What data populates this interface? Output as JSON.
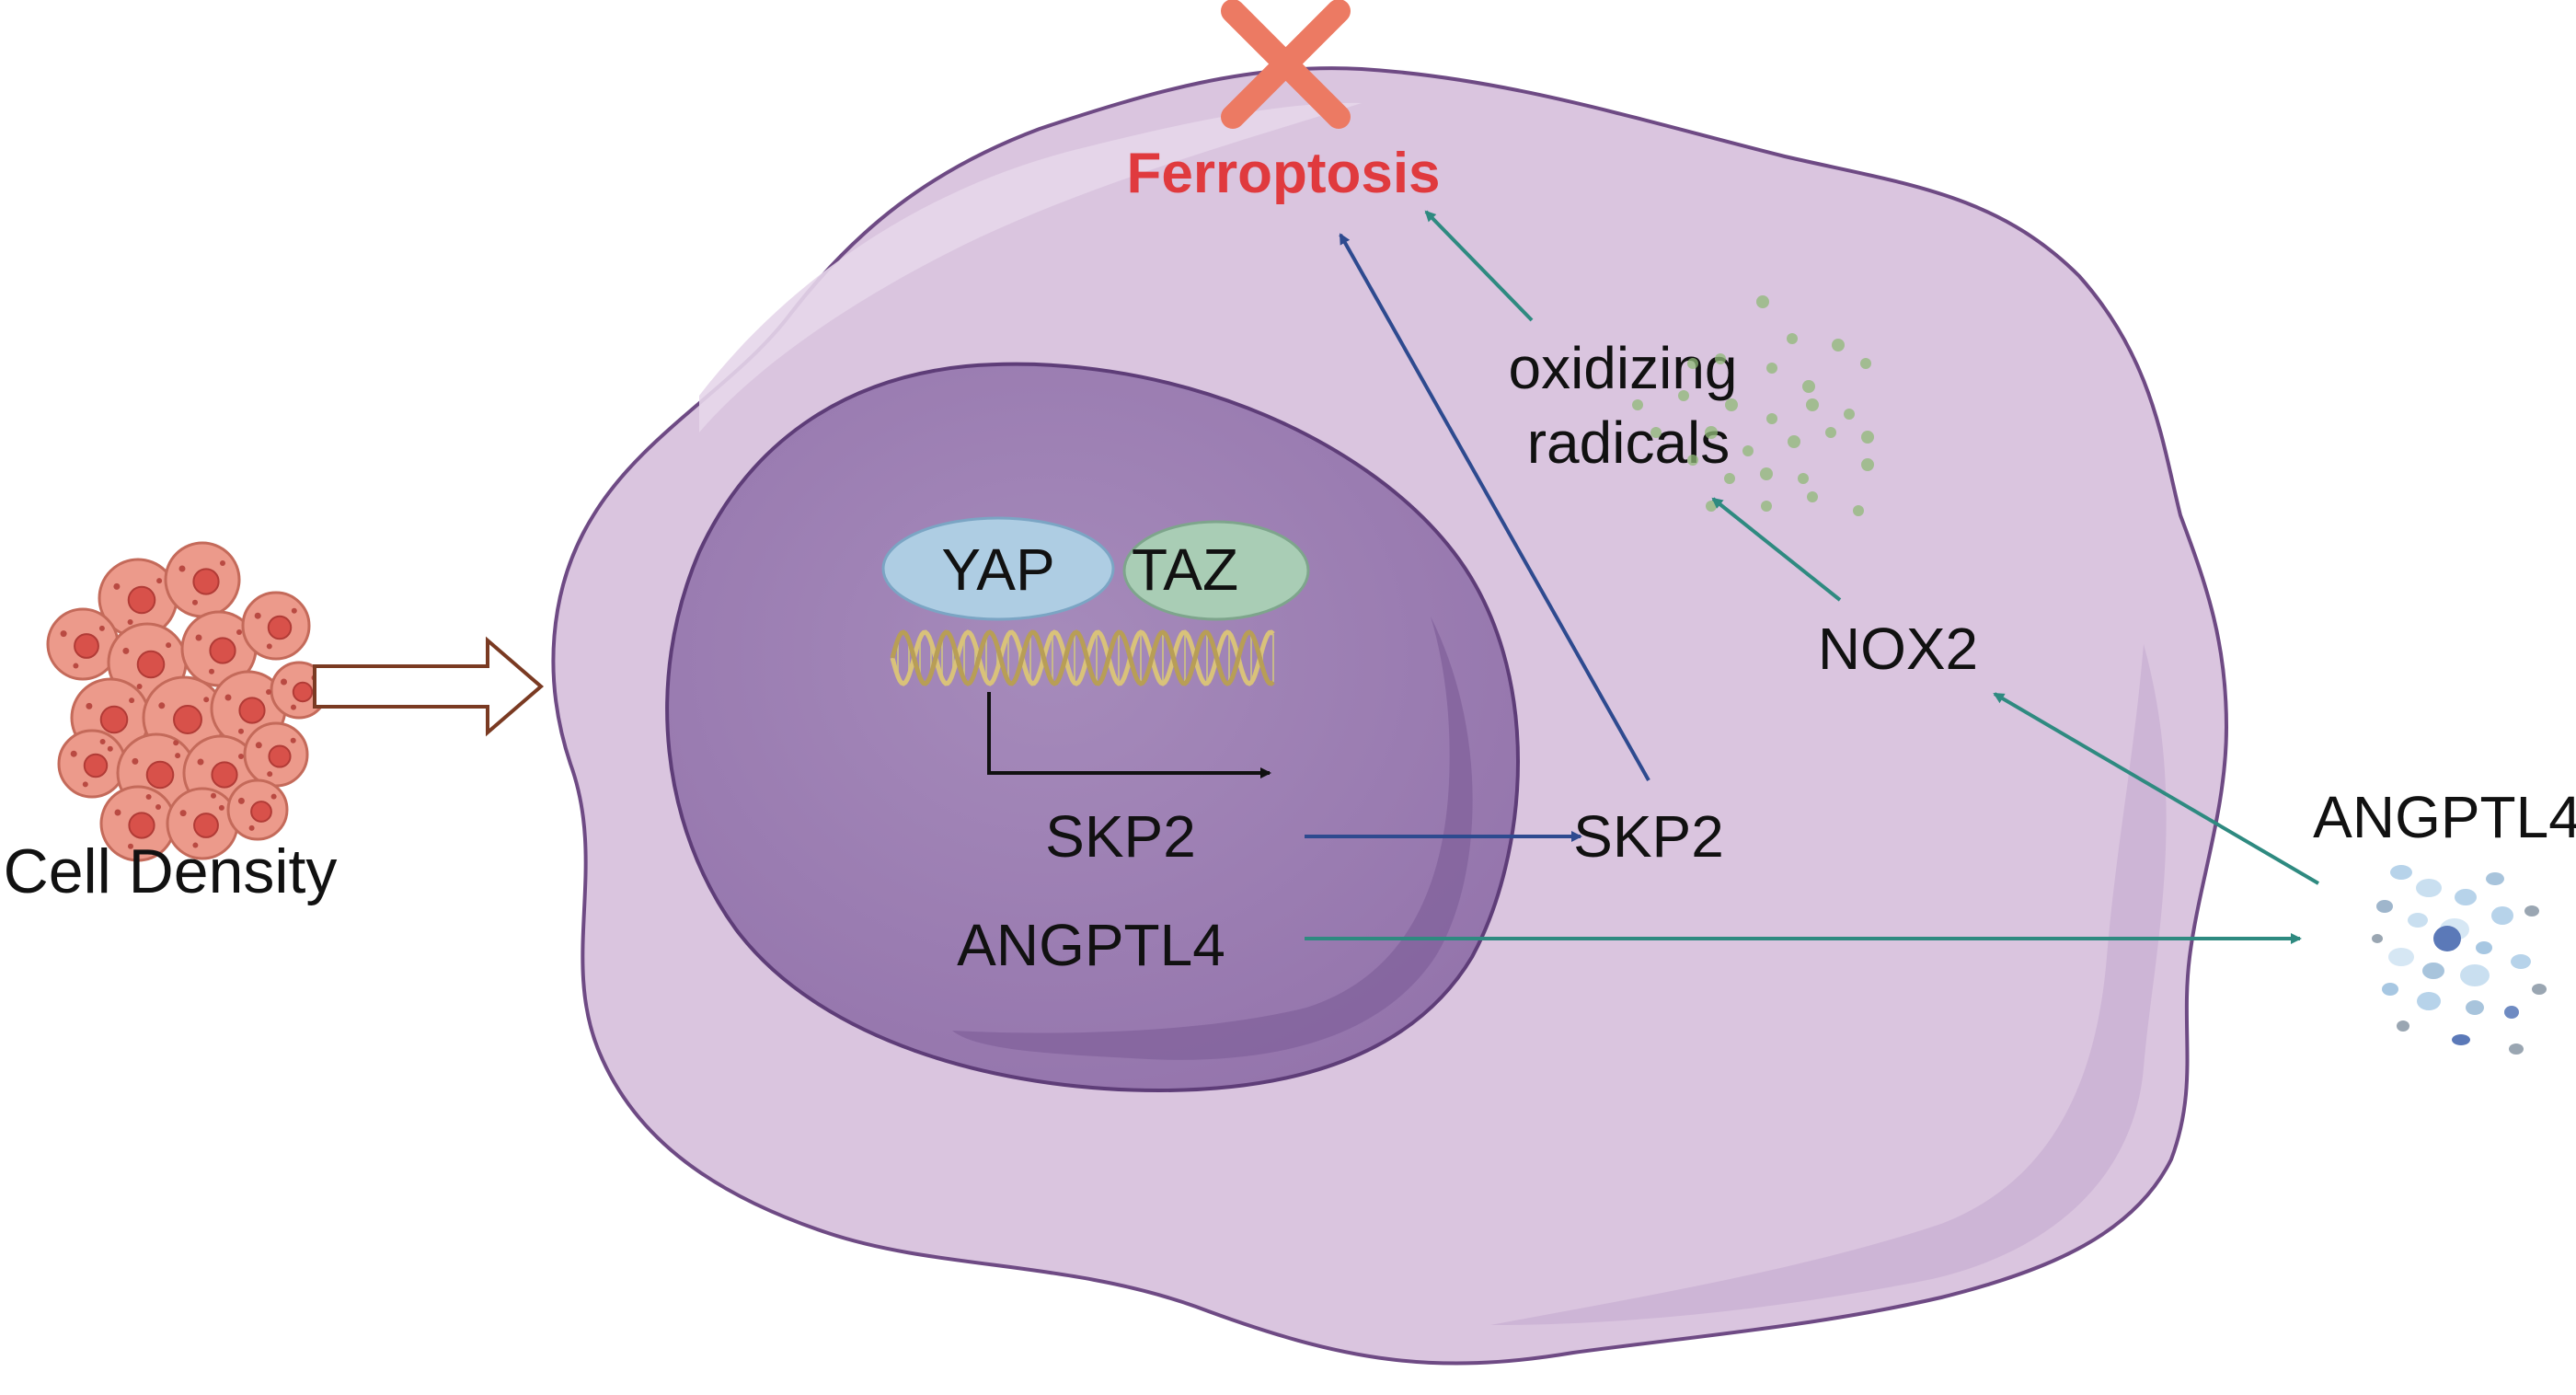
{
  "labels": {
    "cell_density": "Cell Density",
    "ferroptosis": "Ferroptosis",
    "yap": "YAP",
    "taz": "TAZ",
    "skp2_nucleus": "SKP2",
    "angptl4_nucleus": "ANGPTL4",
    "skp2_cytoplasm": "SKP2",
    "oxidizing_line1": "oxidizing",
    "oxidizing_line2": "radicals",
    "nox2": "NOX2",
    "angptl4_secreted": "ANGPTL4"
  },
  "colors": {
    "ferroptosis_text": "#e03a3e",
    "inhibition_cross": "#ec7a63",
    "cell_membrane": "#dac5df",
    "nucleus": "#9d80b2",
    "yap": "#aecde3",
    "taz": "#a9cdb5",
    "skp2_arrow": "#2e4a8f",
    "angptl4_arrow": "#2e8a80",
    "tumor_cells": "#ec9a8b",
    "radicals": "#8fb877"
  },
  "icons": {
    "tumor": "tumor-cell-cluster-icon",
    "radicals": "radical-dots-icon",
    "secreted_protein": "secreted-protein-dots-icon",
    "dna": "dna-helix-icon"
  }
}
